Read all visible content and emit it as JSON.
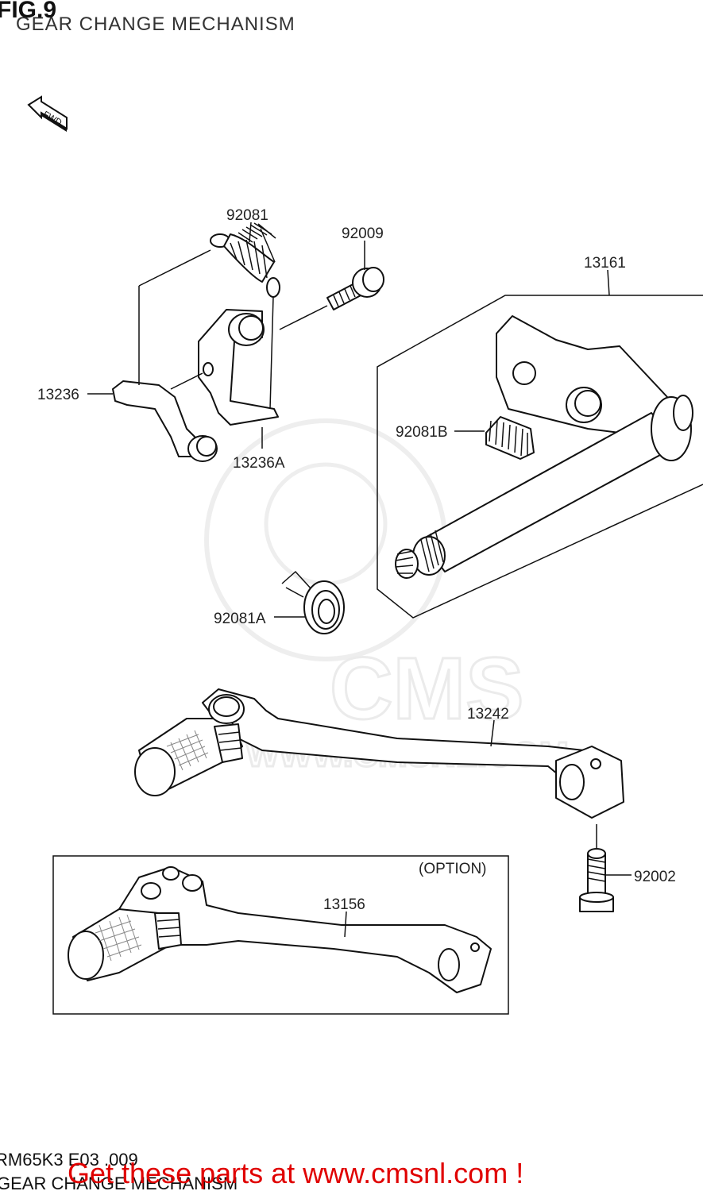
{
  "figure": {
    "number": "FIG.9",
    "title": "GEAR CHANGE MECHANISM",
    "fwd_label": "FWD"
  },
  "parts": [
    {
      "id": "92081",
      "label": "92081"
    },
    {
      "id": "92009",
      "label": "92009"
    },
    {
      "id": "13161",
      "label": "13161"
    },
    {
      "id": "13236",
      "label": "13236"
    },
    {
      "id": "13236A",
      "label": "13236A"
    },
    {
      "id": "92081B",
      "label": "92081B"
    },
    {
      "id": "92081A",
      "label": "92081A"
    },
    {
      "id": "13242",
      "label": "13242"
    },
    {
      "id": "92002",
      "label": "92002"
    },
    {
      "id": "13156",
      "label": "13156"
    }
  ],
  "option_box": {
    "label": "(OPTION)"
  },
  "watermark": {
    "brand": "CMS",
    "url": "WWW.CMSNL.COM"
  },
  "footer": {
    "code": "RM65K3 E03 .009",
    "caption": "GEAR CHANGE MECHANISM",
    "promo": "Get these parts at www.cmsnl.com !"
  }
}
